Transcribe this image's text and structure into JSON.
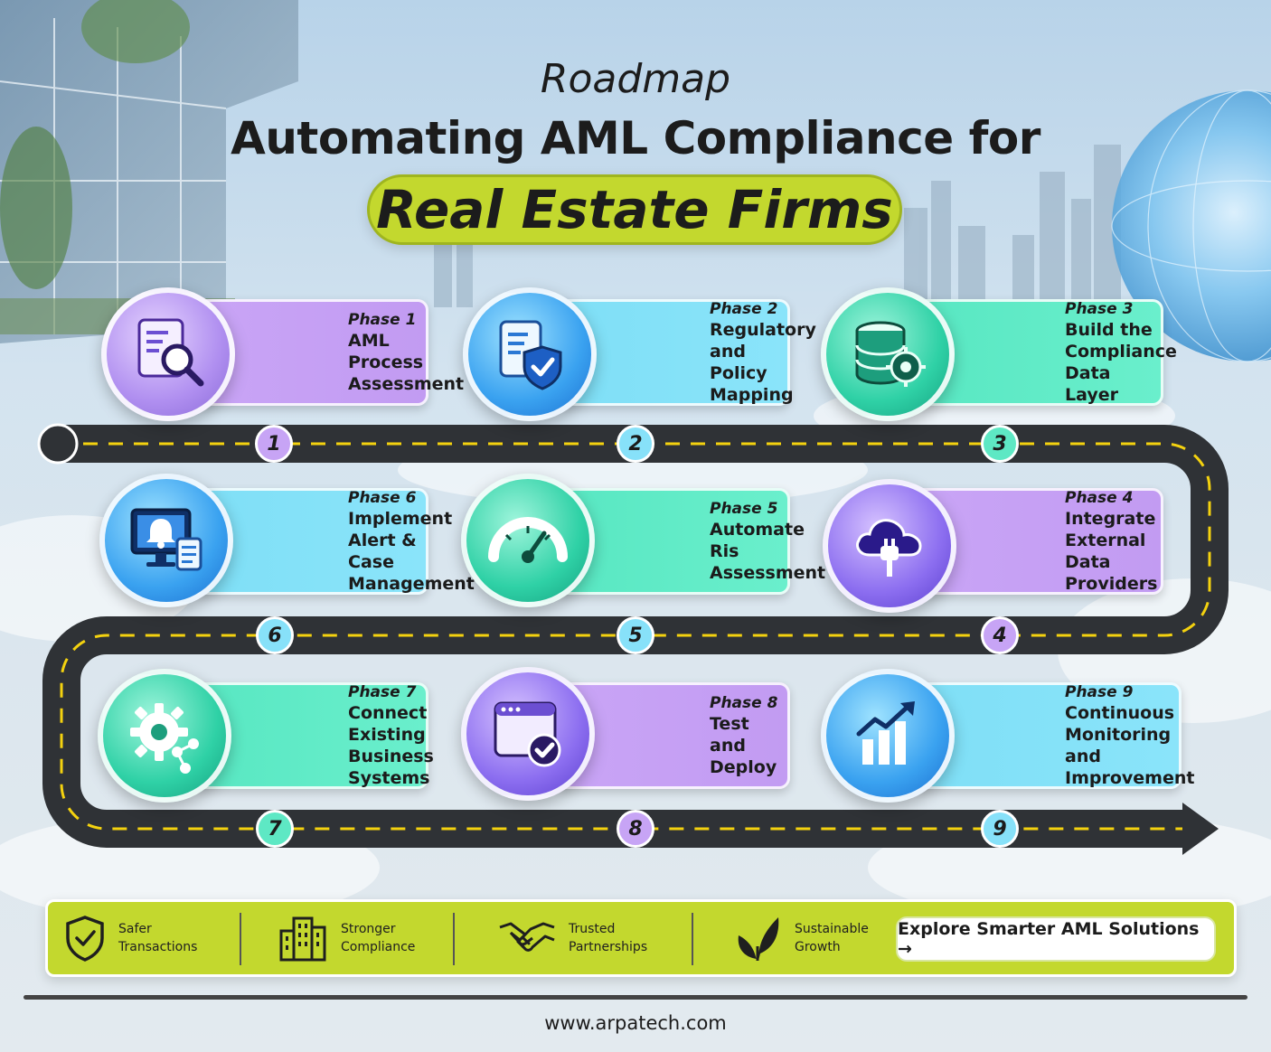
{
  "header": {
    "kicker": "Roadmap",
    "title": "Automating AML Compliance for",
    "highlight": "Real Estate Firms"
  },
  "colors": {
    "accent_lime": "#c3d82e",
    "road": "#2f3236",
    "road_dash": "#f4d20f",
    "purple": "#c29bf2",
    "blue": "#8ae4fa",
    "green": "#6aefcc"
  },
  "phases": [
    {
      "number": "1",
      "label": "Phase 1",
      "title": "AML Process\nAssessment",
      "color": "purple",
      "icon": "document-search-icon"
    },
    {
      "number": "2",
      "label": "Phase 2",
      "title": "Regulatory and\nPolicy Mapping",
      "color": "blue",
      "icon": "document-shield-icon"
    },
    {
      "number": "3",
      "label": "Phase 3",
      "title": "Build the Compliance\nData Layer",
      "color": "green",
      "icon": "database-gear-icon"
    },
    {
      "number": "4",
      "label": "Phase 4",
      "title": "Integrate External\nData Providers",
      "color": "purple",
      "icon": "cloud-plug-icon"
    },
    {
      "number": "5",
      "label": "Phase 5",
      "title": "Automate Ris\nAssessment",
      "color": "green",
      "icon": "gauge-icon"
    },
    {
      "number": "6",
      "label": "Phase 6",
      "title": "Implement Alert &\nCase Management",
      "color": "blue",
      "icon": "monitor-bell-icon"
    },
    {
      "number": "7",
      "label": "Phase 7",
      "title": "Connect Existing\nBusiness Systems",
      "color": "green",
      "icon": "gear-network-icon"
    },
    {
      "number": "8",
      "label": "Phase 8",
      "title": "Test and Deploy",
      "color": "purple",
      "icon": "browser-check-icon"
    },
    {
      "number": "9",
      "label": "Phase 9",
      "title": "Continuous Monitoring\nand Improvement",
      "color": "blue",
      "icon": "growth-chart-icon"
    }
  ],
  "footer": {
    "benefits": [
      {
        "text": "Safer\nTransactions",
        "icon": "shield-check-icon"
      },
      {
        "text": "Stronger\nCompliance",
        "icon": "buildings-icon"
      },
      {
        "text": "Trusted\nPartnerships",
        "icon": "handshake-icon"
      },
      {
        "text": "Sustainable\nGrowth",
        "icon": "leaves-icon"
      }
    ],
    "cta_label": "Explore Smarter AML Solutions →"
  },
  "website": "www.arpatech.com"
}
